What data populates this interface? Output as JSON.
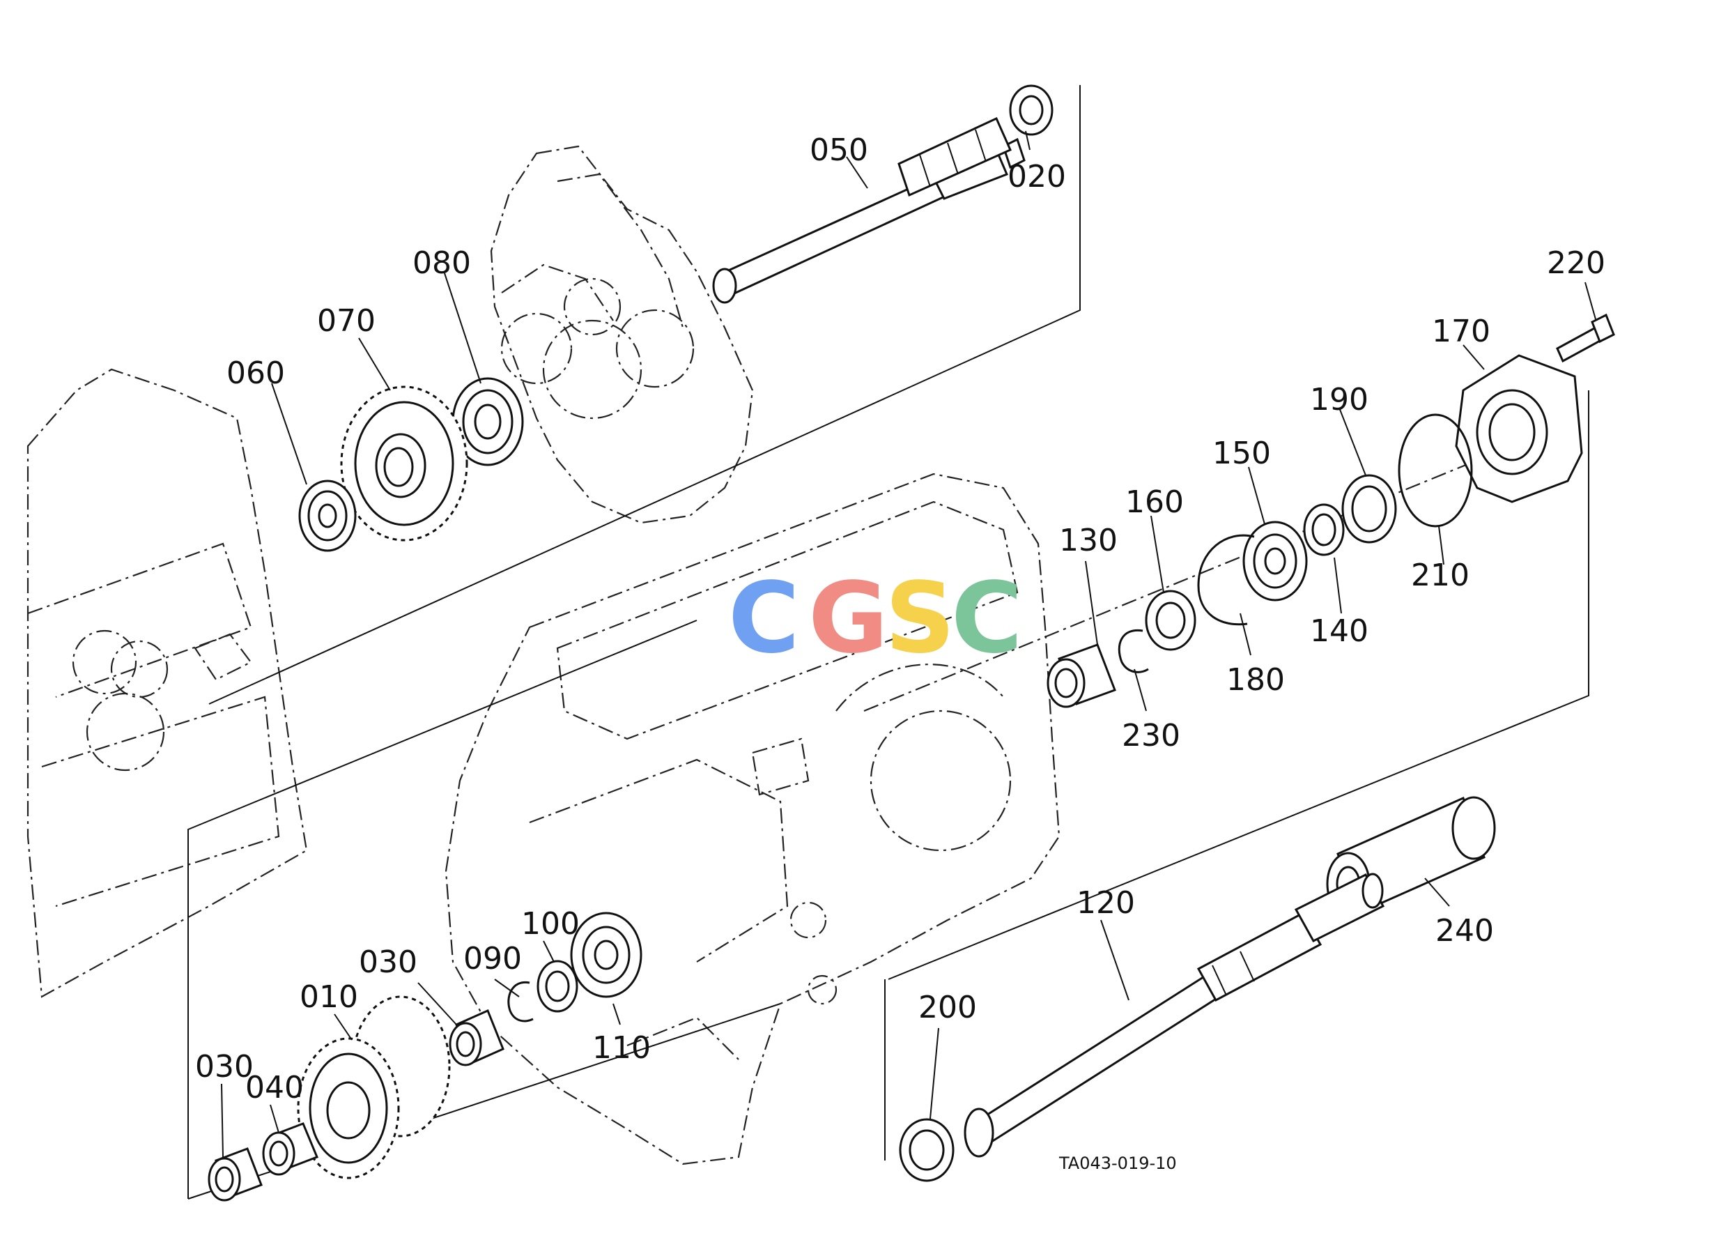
{
  "drawing_code": "TA043-019-10",
  "watermark": {
    "letters": [
      {
        "char": "C",
        "color": "#6fa0f2"
      },
      {
        "char": "G",
        "color": "#f08c84"
      },
      {
        "char": "S",
        "color": "#f6d14b"
      },
      {
        "char": "C",
        "color": "#7cc49a"
      }
    ]
  },
  "parts": [
    {
      "id": "p050",
      "label": "050"
    },
    {
      "id": "p020",
      "label": "020"
    },
    {
      "id": "p080",
      "label": "080"
    },
    {
      "id": "p070",
      "label": "070"
    },
    {
      "id": "p060",
      "label": "060"
    },
    {
      "id": "p220",
      "label": "220"
    },
    {
      "id": "p170",
      "label": "170"
    },
    {
      "id": "p190",
      "label": "190"
    },
    {
      "id": "p150",
      "label": "150"
    },
    {
      "id": "p160",
      "label": "160"
    },
    {
      "id": "p130",
      "label": "130"
    },
    {
      "id": "p210",
      "label": "210"
    },
    {
      "id": "p140",
      "label": "140"
    },
    {
      "id": "p180",
      "label": "180"
    },
    {
      "id": "p230",
      "label": "230"
    },
    {
      "id": "p120",
      "label": "120"
    },
    {
      "id": "p240",
      "label": "240"
    },
    {
      "id": "p200",
      "label": "200"
    },
    {
      "id": "p100",
      "label": "100"
    },
    {
      "id": "p090",
      "label": "090"
    },
    {
      "id": "p030a",
      "label": "030"
    },
    {
      "id": "p010",
      "label": "010"
    },
    {
      "id": "p110",
      "label": "110"
    },
    {
      "id": "p030b",
      "label": "030"
    },
    {
      "id": "p040",
      "label": "040"
    }
  ]
}
